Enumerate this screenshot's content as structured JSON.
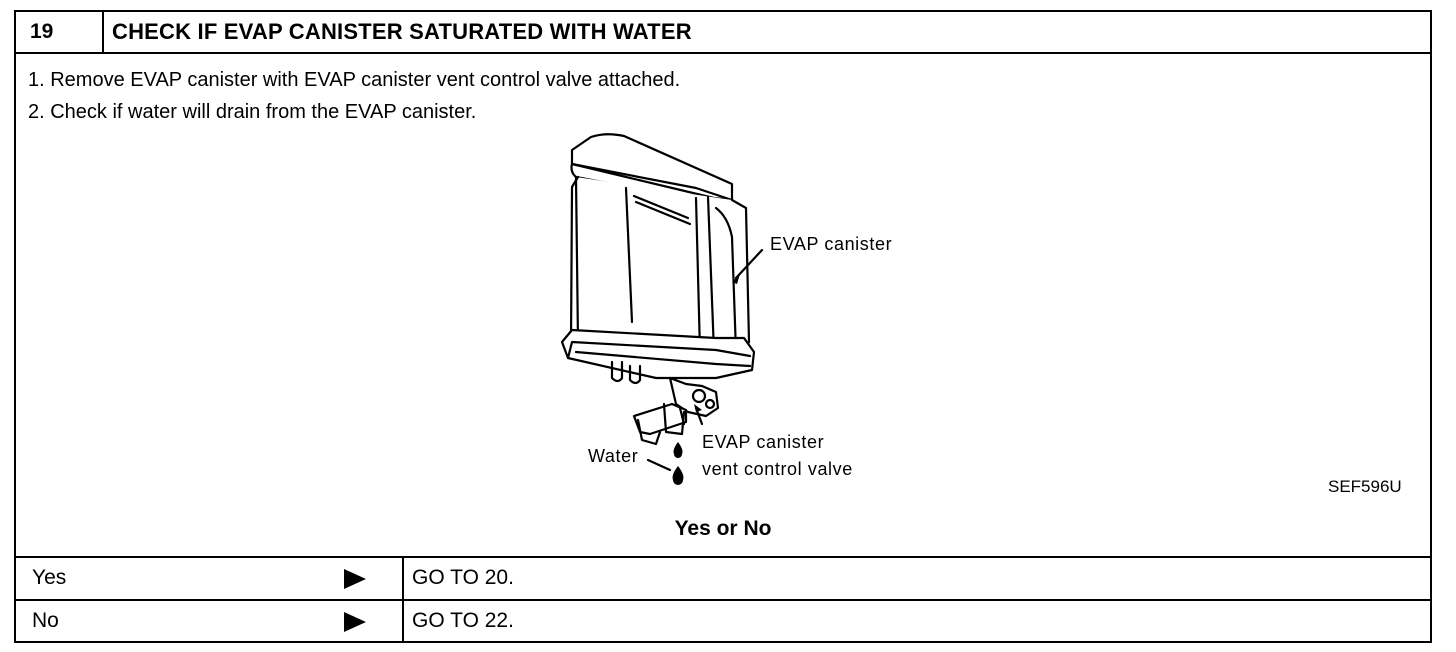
{
  "header": {
    "step_number": "19",
    "title": "CHECK IF EVAP CANISTER SATURATED WITH WATER"
  },
  "steps": [
    "1.  Remove EVAP canister with EVAP canister vent control valve attached.",
    "2.  Check if water will drain from the EVAP canister."
  ],
  "figure": {
    "label_canister": "EVAP canister",
    "label_valve_line1": "EVAP canister",
    "label_valve_line2": "vent control valve",
    "label_water": "Water",
    "figure_code": "SEF596U"
  },
  "decision": {
    "prompt": "Yes or No",
    "rows": [
      {
        "answer": "Yes",
        "action": "GO TO 20."
      },
      {
        "answer": "No",
        "action": "GO TO 22."
      }
    ]
  }
}
